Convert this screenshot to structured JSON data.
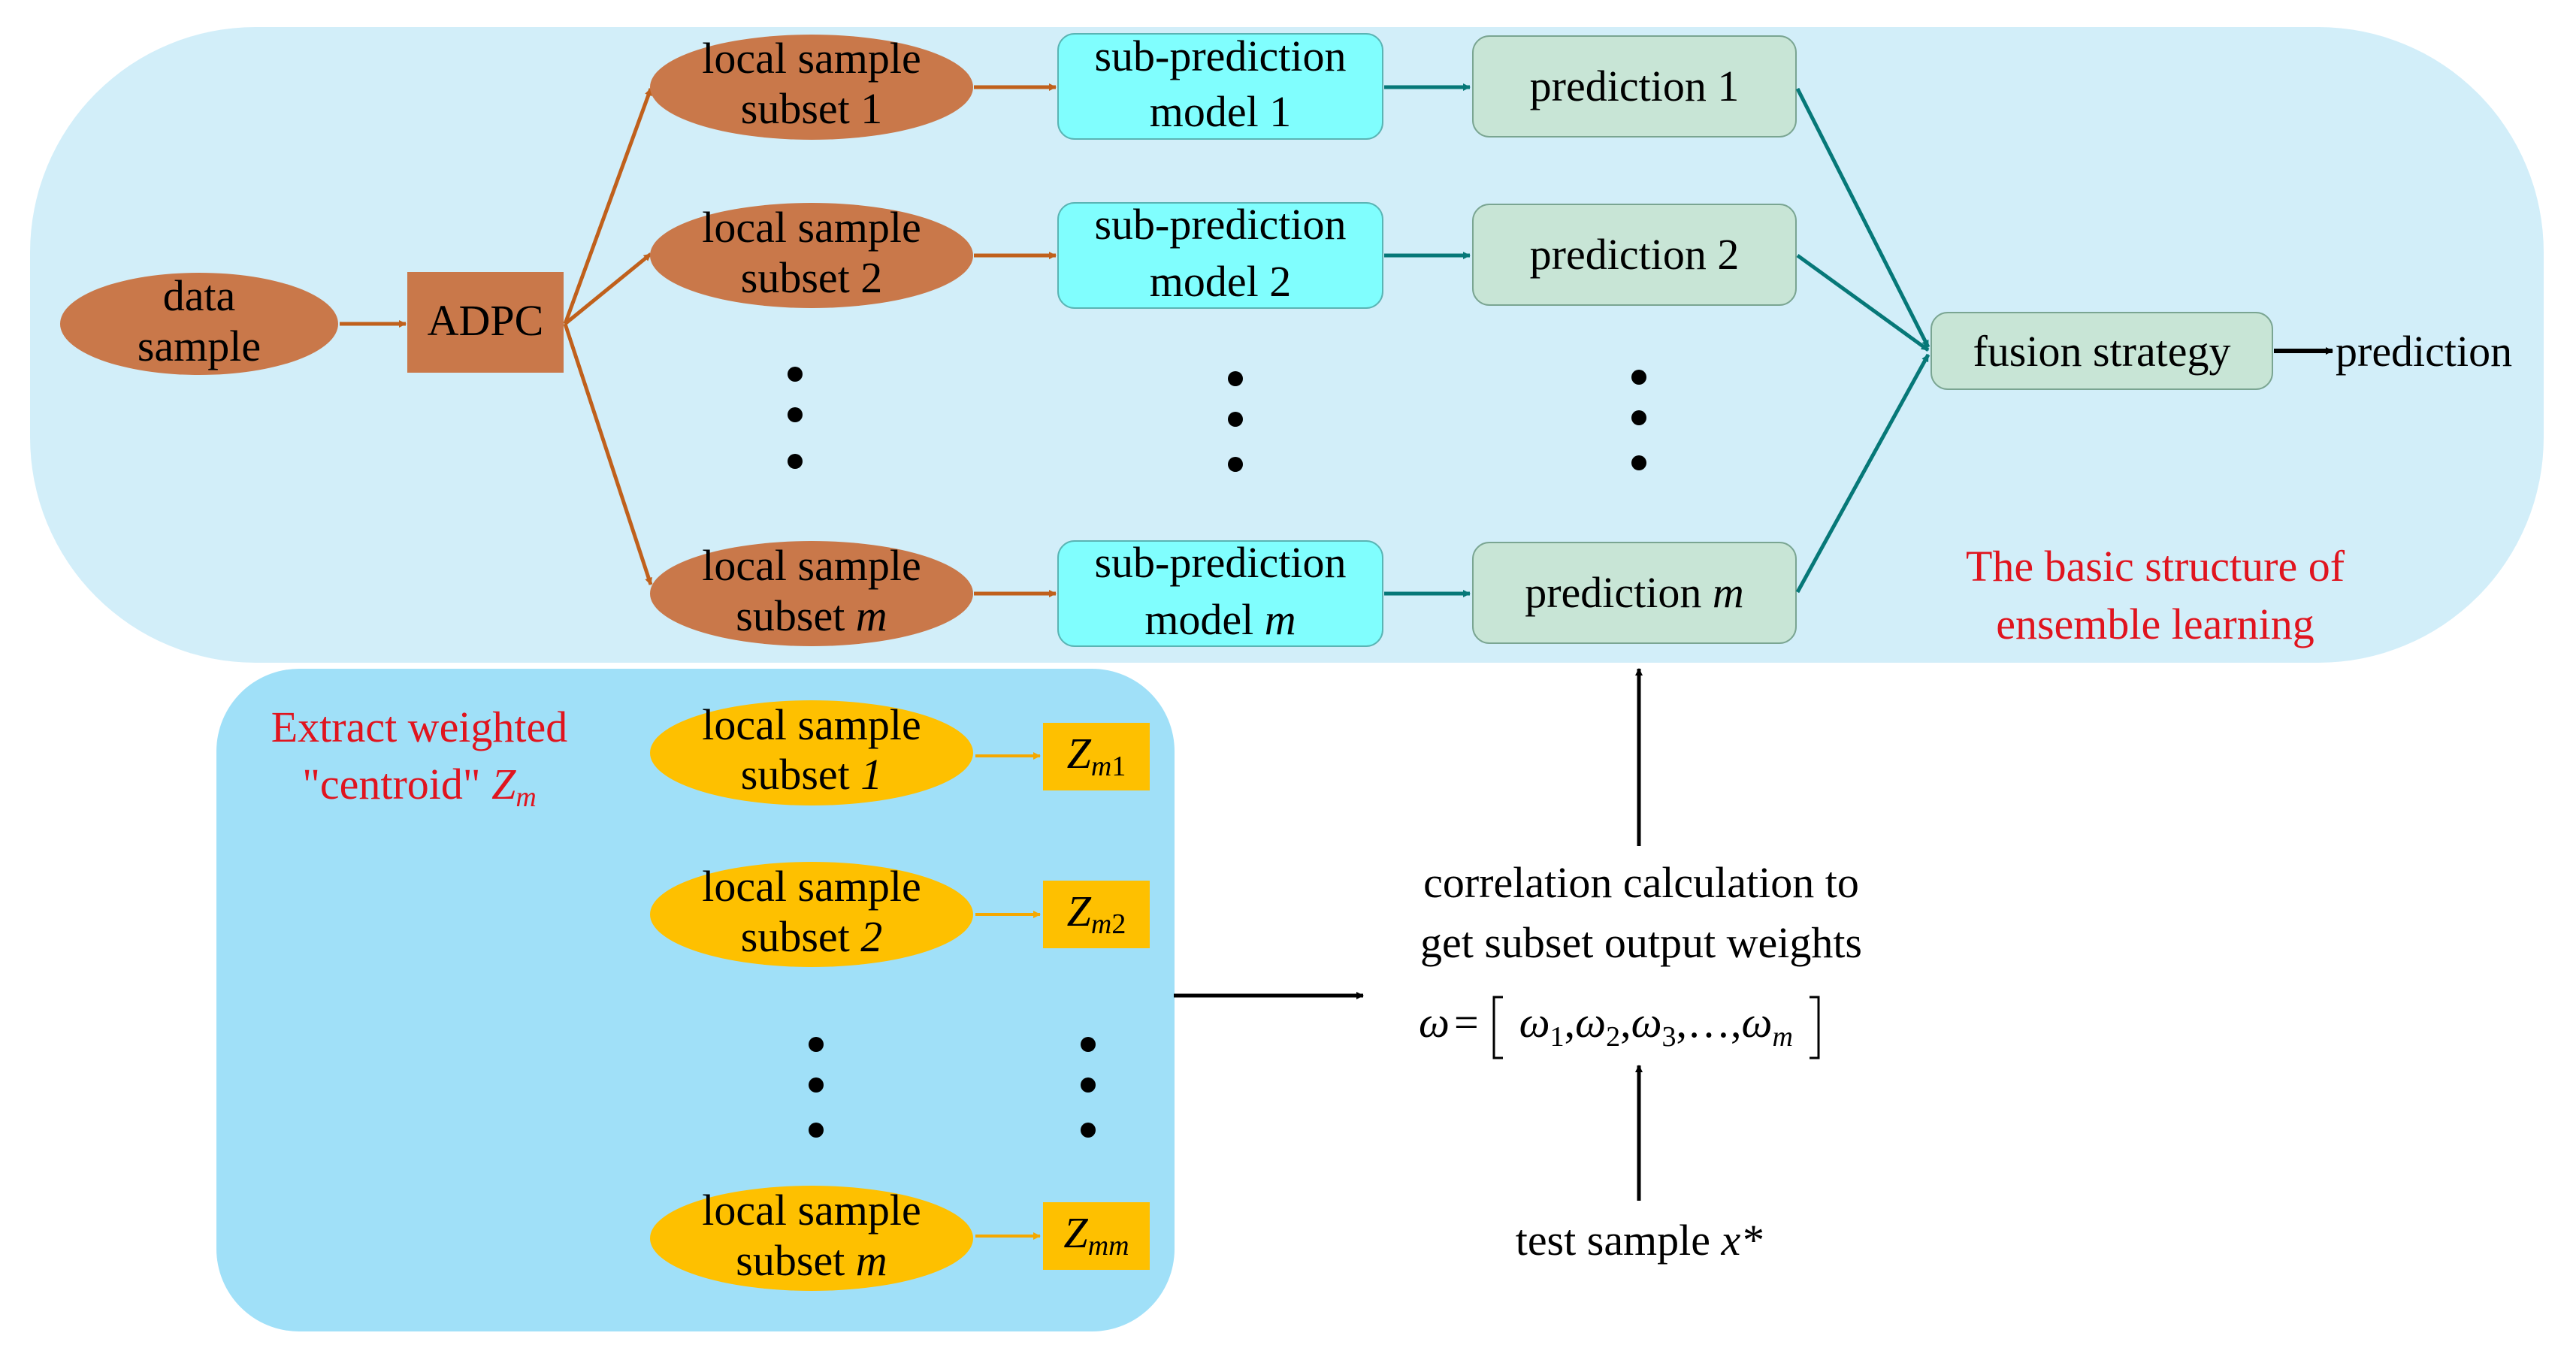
{
  "colors": {
    "ensemble_panel": "#d2eef9",
    "centroid_panel": "#a0e0f8",
    "brown_node": "#c9784a",
    "brown_arrow": "#c0601c",
    "cyan_model": "#80fefe",
    "green_prediction": "#c8e5d6",
    "teal_arrow": "#067878",
    "yellow_node": "#fec000",
    "yellow_arrow": "#f5a800",
    "red_caption": "#e0141e",
    "black": "#000000"
  },
  "ensemble": {
    "data_sample": [
      "data",
      "sample"
    ],
    "adpc": "ADPC",
    "subsets": [
      {
        "line1": "local sample",
        "line2_text": "subset",
        "line2_index": "1"
      },
      {
        "line1": "local sample",
        "line2_text": "subset",
        "line2_index": "2"
      },
      {
        "line1": "local sample",
        "line2_text": "subset",
        "line2_index": "m"
      }
    ],
    "models": [
      {
        "line1": "sub-prediction",
        "line2_text": "model",
        "line2_index": "1"
      },
      {
        "line1": "sub-prediction",
        "line2_text": "model",
        "line2_index": "2"
      },
      {
        "line1": "sub-prediction",
        "line2_text": "model",
        "line2_index": "m"
      }
    ],
    "predictions": [
      {
        "text": "prediction",
        "index": "1"
      },
      {
        "text": "prediction",
        "index": "2"
      },
      {
        "text": "prediction",
        "index": "m"
      }
    ],
    "fusion": "fusion strategy",
    "final_output": "prediction",
    "caption": [
      "The basic structure of",
      "ensemble learning"
    ]
  },
  "centroid": {
    "caption_line1": "Extract weighted",
    "caption_line2_text": "\"centroid\"",
    "caption_symbol": "Z",
    "caption_symbol_sub": "m",
    "subsets": [
      {
        "line1": "local sample",
        "line2_text": "subset",
        "line2_index": "1"
      },
      {
        "line1": "local sample",
        "line2_text": "subset",
        "line2_index": "2"
      },
      {
        "line1": "local sample",
        "line2_text": "subset",
        "line2_index": "m"
      }
    ],
    "z_boxes": [
      {
        "symbol": "Z",
        "sub_italic": "m",
        "sub_plain": "1"
      },
      {
        "symbol": "Z",
        "sub_italic": "m",
        "sub_plain": "2"
      },
      {
        "symbol": "Z",
        "sub_italic": "mm",
        "sub_plain": ""
      }
    ]
  },
  "correlation": {
    "lines": [
      "correlation calculation to",
      "get subset output weights"
    ],
    "formula": {
      "lhs": "ω",
      "equals": "=",
      "items": [
        {
          "symbol": "ω",
          "sub": "1"
        },
        {
          "symbol": "ω",
          "sub": "2"
        },
        {
          "symbol": "ω",
          "sub": "3"
        },
        {
          "symbol": "…",
          "sub": ""
        },
        {
          "symbol": "ω",
          "sub": "m"
        }
      ]
    },
    "test_sample_text": "test sample",
    "test_sample_symbol": "x*"
  }
}
